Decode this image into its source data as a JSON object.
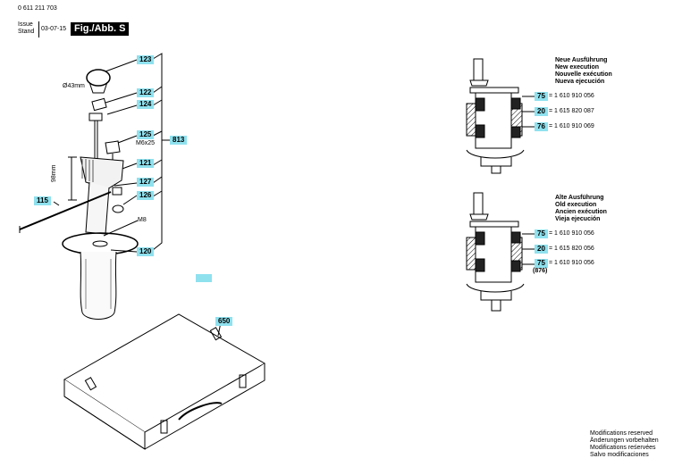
{
  "header": {
    "doc_number": "0 611 211 703",
    "issue_label": "Issue",
    "stand_label": "Stand",
    "issue_date": "03-07-15",
    "figure_label": "Fig./Abb. S"
  },
  "callouts": {
    "c123": "123",
    "c122": "122",
    "c124": "124",
    "c125": "125",
    "c813": "813",
    "c121": "121",
    "c127": "127",
    "c126": "126",
    "c115": "115",
    "c120": "120",
    "c650": "650"
  },
  "labels": {
    "d43": "Ø43mm",
    "m6x25": "M6x25",
    "m8": "M8",
    "depth": "98mm"
  },
  "new_execution": {
    "title_de": "Neue Ausführung",
    "title_en": "New execution",
    "title_fr": "Nouvelle exécution",
    "title_es": "Nueva ejecución",
    "parts": [
      {
        "num": "75",
        "eq": "= 1 610 910 056"
      },
      {
        "num": "20",
        "eq": "= 1 615 820 087"
      },
      {
        "num": "76",
        "eq": "= 1 610 910 069"
      }
    ]
  },
  "old_execution": {
    "title_de": "Alte Ausführung",
    "title_en": "Old execution",
    "title_fr": "Ancien exécution",
    "title_es": "Vieja ejecución",
    "parts": [
      {
        "num": "75",
        "eq": "= 1 610 910 056"
      },
      {
        "num": "20",
        "eq": "= 1 615 820 056"
      },
      {
        "num": "75",
        "eq": "= 1 610 910 056"
      }
    ],
    "extra": "(876)"
  },
  "footer": {
    "line1": "Modifications reserved",
    "line2": "Änderungen vorbehalten",
    "line3": "Modifications reśervées",
    "line4": "Salvo modificaciones"
  }
}
